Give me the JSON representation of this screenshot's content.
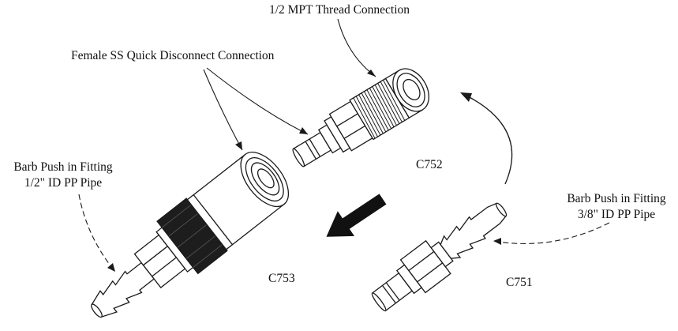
{
  "diagram": {
    "annotations": {
      "mpt_thread": "1/2 MPT Thread Connection",
      "female_qd": "Female SS Quick Disconnect Connection",
      "barb_left": {
        "line1": "Barb Push in Fitting",
        "line2": "1/2\" ID PP Pipe"
      },
      "barb_right": {
        "line1": "Barb Push in Fitting",
        "line2": "3/8\" ID PP Pipe"
      }
    },
    "parts": {
      "c752": "C752",
      "c753": "C753",
      "c751": "C751"
    },
    "colors": {
      "line": "#1a1a1a",
      "background": "#ffffff",
      "arrow_fill": "#111111",
      "knurl_fill": "#1d1d1d"
    }
  }
}
